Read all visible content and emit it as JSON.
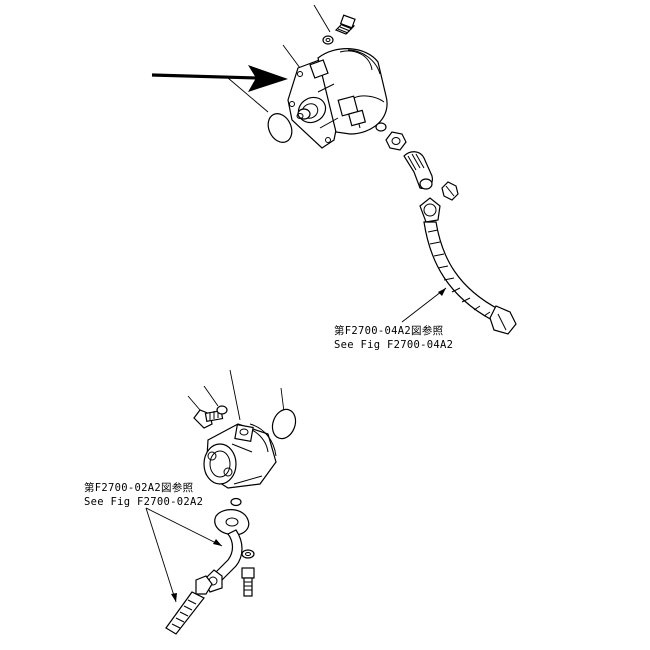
{
  "references": {
    "upper": {
      "line1": "第F2700-04A2図参照",
      "line2": "See Fig F2700-04A2"
    },
    "lower": {
      "line1": "第F2700-02A2図参照",
      "line2": "See Fig F2700-02A2"
    }
  },
  "icons": {
    "callout_arrow": "arrow-right-icon"
  },
  "colors": {
    "ink": "#000000",
    "paper": "#ffffff"
  }
}
